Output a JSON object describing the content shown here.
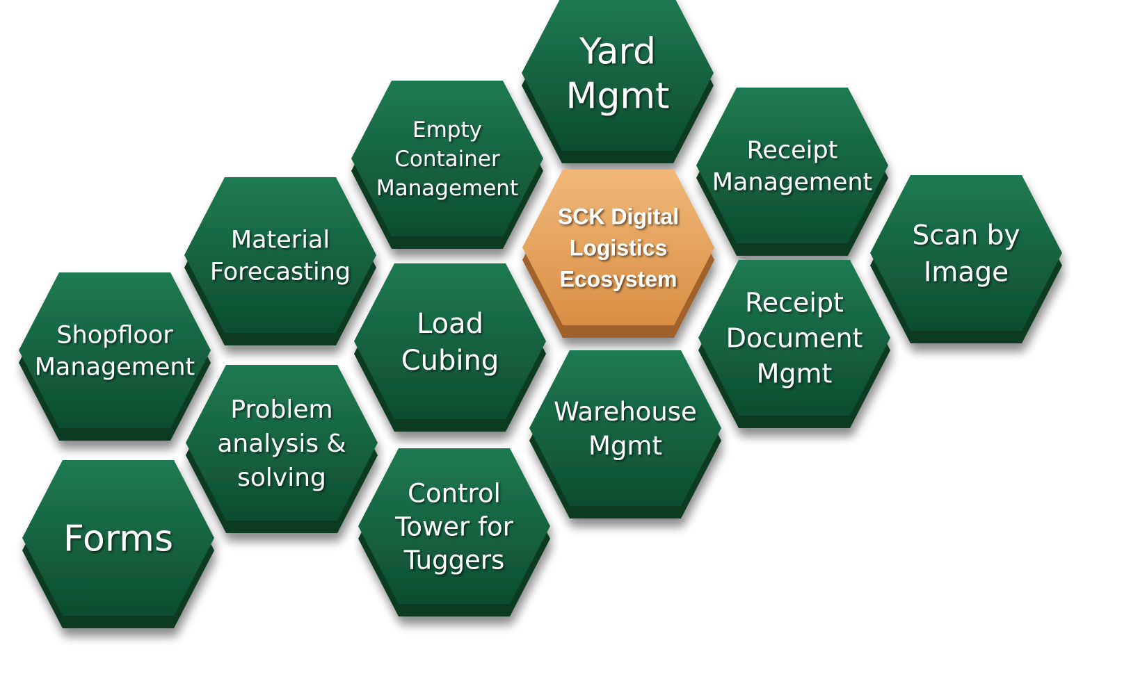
{
  "colors": {
    "green_light": "#1f7a52",
    "green_dark": "#0d4d30",
    "green_edge": "#083a22",
    "orange_light": "#f0b878",
    "orange_dark": "#d98e45",
    "orange_edge": "#a0622a",
    "text_on_green": "#ffffff",
    "text_on_orange": "#ffffff"
  },
  "hexagons": [
    {
      "id": "yard-mgmt",
      "label": [
        "Yard",
        "Mgmt"
      ],
      "style": "green"
    },
    {
      "id": "empty-container-management",
      "label": [
        "Empty",
        "Container",
        "Management"
      ],
      "style": "green"
    },
    {
      "id": "receipt-management",
      "label": [
        "Receipt",
        "Management"
      ],
      "style": "green"
    },
    {
      "id": "sck-digital-logistics-ecosystem",
      "label": [
        "SCK Digital",
        "Logistics",
        "Ecosystem"
      ],
      "style": "orange"
    },
    {
      "id": "scan-by-image",
      "label": [
        "Scan by",
        "Image"
      ],
      "style": "green"
    },
    {
      "id": "material-forecasting",
      "label": [
        "Material",
        "Forecasting"
      ],
      "style": "green"
    },
    {
      "id": "load-cubing",
      "label": [
        "Load",
        "Cubing"
      ],
      "style": "green"
    },
    {
      "id": "receipt-document-mgmt",
      "label": [
        "Receipt",
        "Document",
        "Mgmt"
      ],
      "style": "green"
    },
    {
      "id": "shopfloor-management",
      "label": [
        "Shopfloor",
        "Management"
      ],
      "style": "green"
    },
    {
      "id": "warehouse-mgmt",
      "label": [
        "Warehouse",
        "Mgmt"
      ],
      "style": "green"
    },
    {
      "id": "problem-analysis-solving",
      "label": [
        "Problem",
        "analysis &",
        "solving"
      ],
      "style": "green"
    },
    {
      "id": "control-tower-for-tuggers",
      "label": [
        "Control",
        "Tower for",
        "Tuggers"
      ],
      "style": "green"
    },
    {
      "id": "forms",
      "label": [
        "Forms"
      ],
      "style": "green"
    }
  ]
}
